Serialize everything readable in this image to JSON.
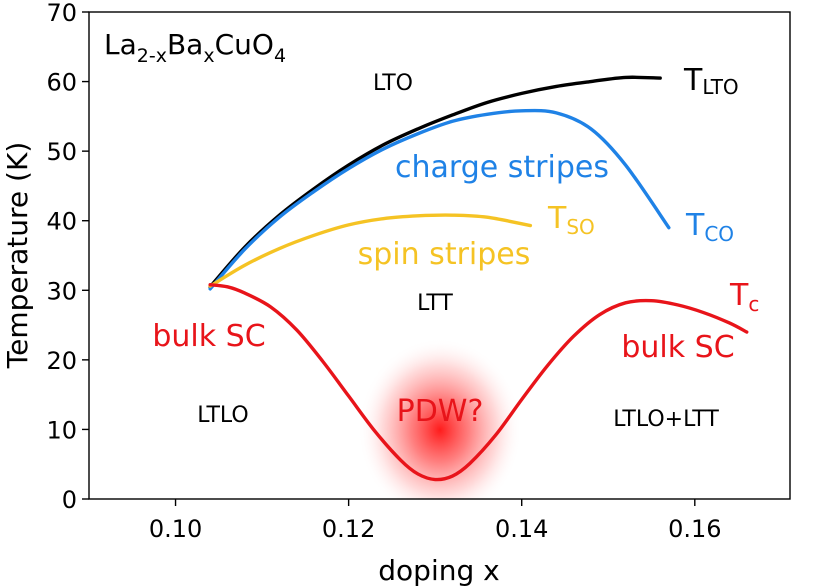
{
  "chart_data": {
    "type": "line",
    "xlabel": "doping x",
    "ylabel": "Temperature (K)",
    "xlim": [
      0.09,
      0.171
    ],
    "ylim": [
      0,
      70
    ],
    "grid": false,
    "xticks": [
      0.1,
      0.12,
      0.14,
      0.16
    ],
    "xtick_labels": [
      "0.10",
      "0.12",
      "0.14",
      "0.16"
    ],
    "yticks": [
      0,
      10,
      20,
      30,
      40,
      50,
      60,
      70
    ],
    "ytick_labels": [
      "0",
      "10",
      "20",
      "30",
      "40",
      "50",
      "60",
      "70"
    ],
    "compound": {
      "base": "La",
      "sub1": "2-x",
      "mid": "Ba",
      "sub2": "x",
      "tail": "CuO",
      "sub3": "4"
    },
    "series": [
      {
        "name": "T",
        "subscript": "LTO",
        "color": "#000000",
        "x": [
          0.104,
          0.108,
          0.112,
          0.116,
          0.12,
          0.124,
          0.128,
          0.132,
          0.136,
          0.14,
          0.144,
          0.148,
          0.152,
          0.156
        ],
        "y": [
          30.5,
          36.2,
          40.8,
          44.6,
          48.0,
          50.9,
          53.2,
          55.2,
          57.0,
          58.3,
          59.3,
          60.0,
          60.6,
          60.5
        ]
      },
      {
        "name": "T",
        "subscript": "CO",
        "color": "#1f82e6",
        "x": [
          0.104,
          0.108,
          0.112,
          0.116,
          0.12,
          0.124,
          0.128,
          0.132,
          0.136,
          0.14,
          0.144,
          0.148,
          0.152,
          0.157
        ],
        "y": [
          30.2,
          35.9,
          40.5,
          44.2,
          47.5,
          50.3,
          52.5,
          54.3,
          55.3,
          55.8,
          55.5,
          53.2,
          48.0,
          39.0
        ]
      },
      {
        "name": "T",
        "subscript": "SO",
        "color": "#f5c324",
        "x": [
          0.104,
          0.108,
          0.112,
          0.116,
          0.12,
          0.124,
          0.128,
          0.132,
          0.136,
          0.141
        ],
        "y": [
          30.6,
          33.6,
          36.0,
          37.9,
          39.4,
          40.3,
          40.7,
          40.8,
          40.5,
          39.3
        ]
      },
      {
        "name": "T",
        "subscript": "c",
        "color": "#e8141a",
        "x": [
          0.104,
          0.106,
          0.108,
          0.111,
          0.114,
          0.117,
          0.12,
          0.123,
          0.126,
          0.128,
          0.13,
          0.132,
          0.134,
          0.137,
          0.14,
          0.143,
          0.146,
          0.149,
          0.152,
          0.155,
          0.158,
          0.161,
          0.164,
          0.166
        ],
        "y": [
          30.8,
          30.5,
          29.6,
          27.6,
          24.3,
          19.8,
          14.8,
          9.8,
          5.6,
          3.6,
          2.8,
          3.3,
          5.1,
          9.2,
          14.3,
          19.2,
          23.4,
          26.5,
          28.2,
          28.5,
          27.9,
          26.8,
          25.3,
          24.0
        ]
      }
    ],
    "annotations": {
      "lto": "LTO",
      "ltt": "LTT",
      "ltlo": "LTLO",
      "ltlo_ltt": "LTLO+LTT",
      "charge_stripes": "charge stripes",
      "spin_stripes": "spin stripes",
      "bulk_sc_left": "bulk SC",
      "bulk_sc_right": "bulk SC",
      "pdw": "PDW?"
    },
    "colors": {
      "pdw_glow": "#ff1010"
    }
  }
}
